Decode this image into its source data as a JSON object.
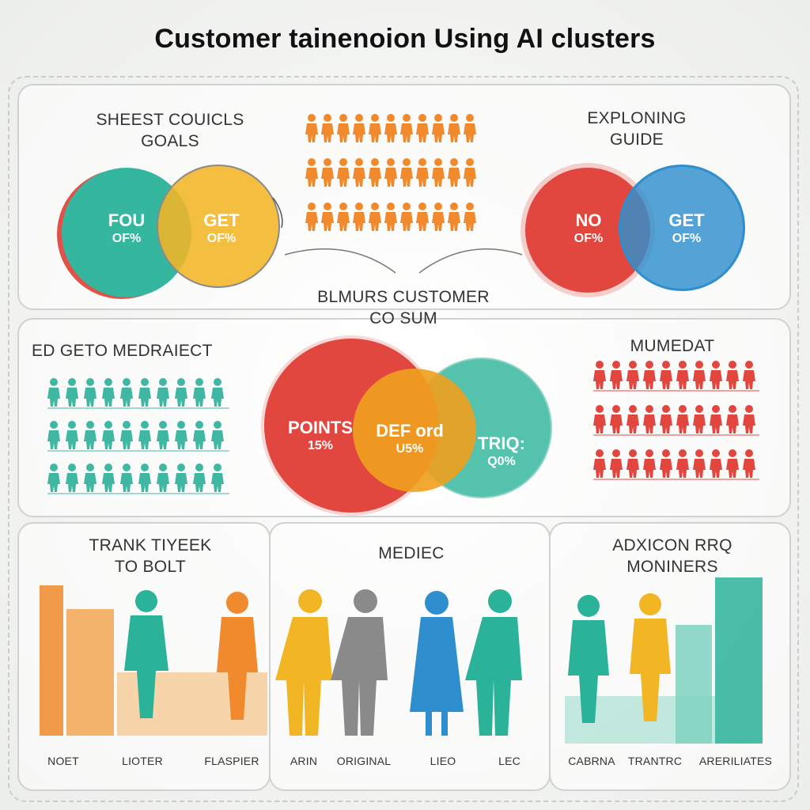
{
  "title": "Customer tainenoion Using AI clusters",
  "top_left": {
    "label_line1": "SHEEST COUICLS",
    "label_line2": "GOALS",
    "circle_a": {
      "label": "FOU",
      "pct": "OF%"
    },
    "circle_b": {
      "label": "GET",
      "pct": "OF%"
    }
  },
  "top_right": {
    "label_line1": "EXPLONING",
    "label_line2": "GUIDE",
    "circle_a": {
      "label": "NO",
      "pct": "OF%"
    },
    "circle_b": {
      "label": "GET",
      "pct": "OF%"
    }
  },
  "center": {
    "label_line1": "BLMURS CUSTOMER",
    "label_line2": "CO SUM",
    "circle_left": {
      "label": "POINTS",
      "pct": "15%"
    },
    "circle_mid": {
      "label": "DEF ord",
      "pct": "U5%"
    },
    "circle_right": {
      "label": "TRIQ:",
      "pct": "Q0%"
    }
  },
  "mid_left": {
    "label": "ED GETO MEDRAIECT"
  },
  "mid_right": {
    "label": "MUMEDAT"
  },
  "bottom_left": {
    "label_line1": "TRANK TIYEEK",
    "label_line2": "TO BOLT",
    "captions": [
      "NOET",
      "LIOTER",
      "FLASPIER"
    ]
  },
  "bottom_mid": {
    "label": "MEDIEC",
    "captions": [
      "ARIN",
      "ORIGINAL",
      "LIEO",
      "LEC"
    ]
  },
  "bottom_right": {
    "label_line1": "ADXICON RRQ",
    "label_line2": "MONINERS",
    "captions": [
      "CABRNA",
      "TRANTRC",
      "ARERILIATES"
    ]
  },
  "colors": {
    "teal": "#2bb39a",
    "yellow": "#f2b625",
    "red": "#e2473f",
    "blue": "#2f8fce",
    "orange": "#f08a2c",
    "gray": "#8a8a8a"
  }
}
